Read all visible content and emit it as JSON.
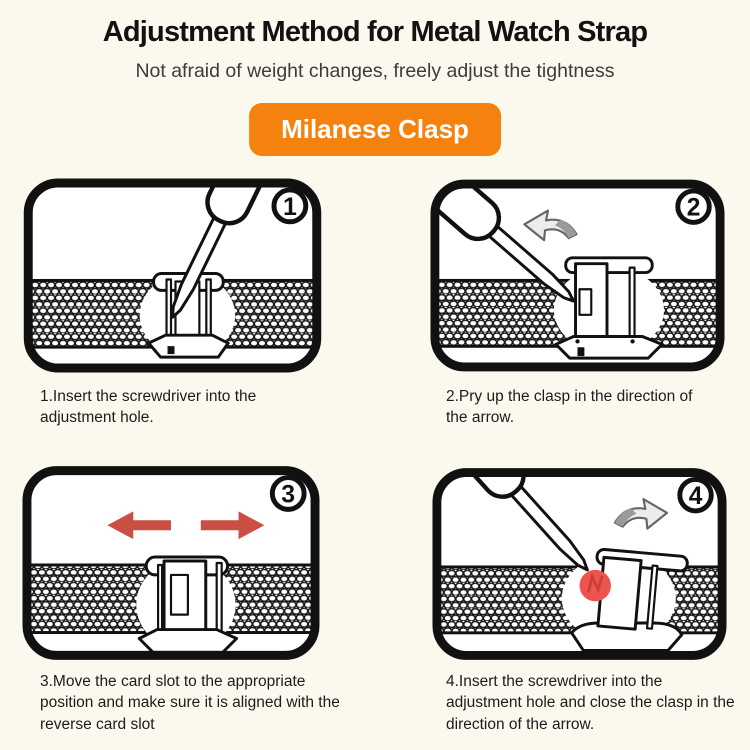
{
  "header": {
    "title": "Adjustment Method for Metal Watch Strap",
    "subtitle": "Not afraid of weight changes, freely adjust the tightness",
    "badge_label": "Milanese Clasp"
  },
  "steps": [
    {
      "number": "1",
      "number_style": "circled",
      "caption": "1.Insert the screwdriver into the adjustment hole."
    },
    {
      "number": "2",
      "number_style": "circled",
      "caption": "2.Pry up the clasp in the direction of the arrow."
    },
    {
      "number": "3",
      "number_style": "circled",
      "caption": "3.Move the card slot to the appropriate position and make sure it is aligned with the reverse card slot"
    },
    {
      "number": "4",
      "number_style": "circled",
      "caption": "4.Insert the screwdriver into the adjustment hole and close the clasp in the direction of the arrow."
    }
  ],
  "icons": {
    "screwdriver": "diagonal screwdriver line-art",
    "curved-arrow-left": "gray curved pry-open arrow (counter-clockwise)",
    "curved-arrow-right": "gray curved close arrow (clockwise)",
    "slide-left-arrow": "solid red arrow pointing left",
    "slide-right-arrow": "solid red arrow pointing right",
    "adjustment-hole-highlight": "red filled circle on clasp hole",
    "mesh-band": "milanese woven metal strap texture",
    "clasp": "watch strap clasp line-art"
  },
  "colors": {
    "page_background": "#FBF8EE",
    "badge_background": "#F5820F",
    "badge_text": "#FFFFFF",
    "line_ink": "#111111",
    "red_arrow": "#C94F45",
    "hole_highlight": "#EE544E",
    "curved_arrow_gray": "#9A9A9A"
  }
}
